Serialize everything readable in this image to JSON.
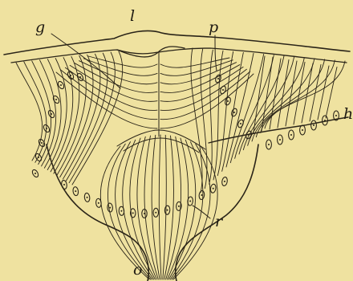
{
  "figure": {
    "background_color": "#efe2a0",
    "ink_color": "#2a2418",
    "labels": {
      "l": "l",
      "g": "g",
      "p": "p",
      "h": "h",
      "r": "r",
      "o": "o"
    }
  }
}
